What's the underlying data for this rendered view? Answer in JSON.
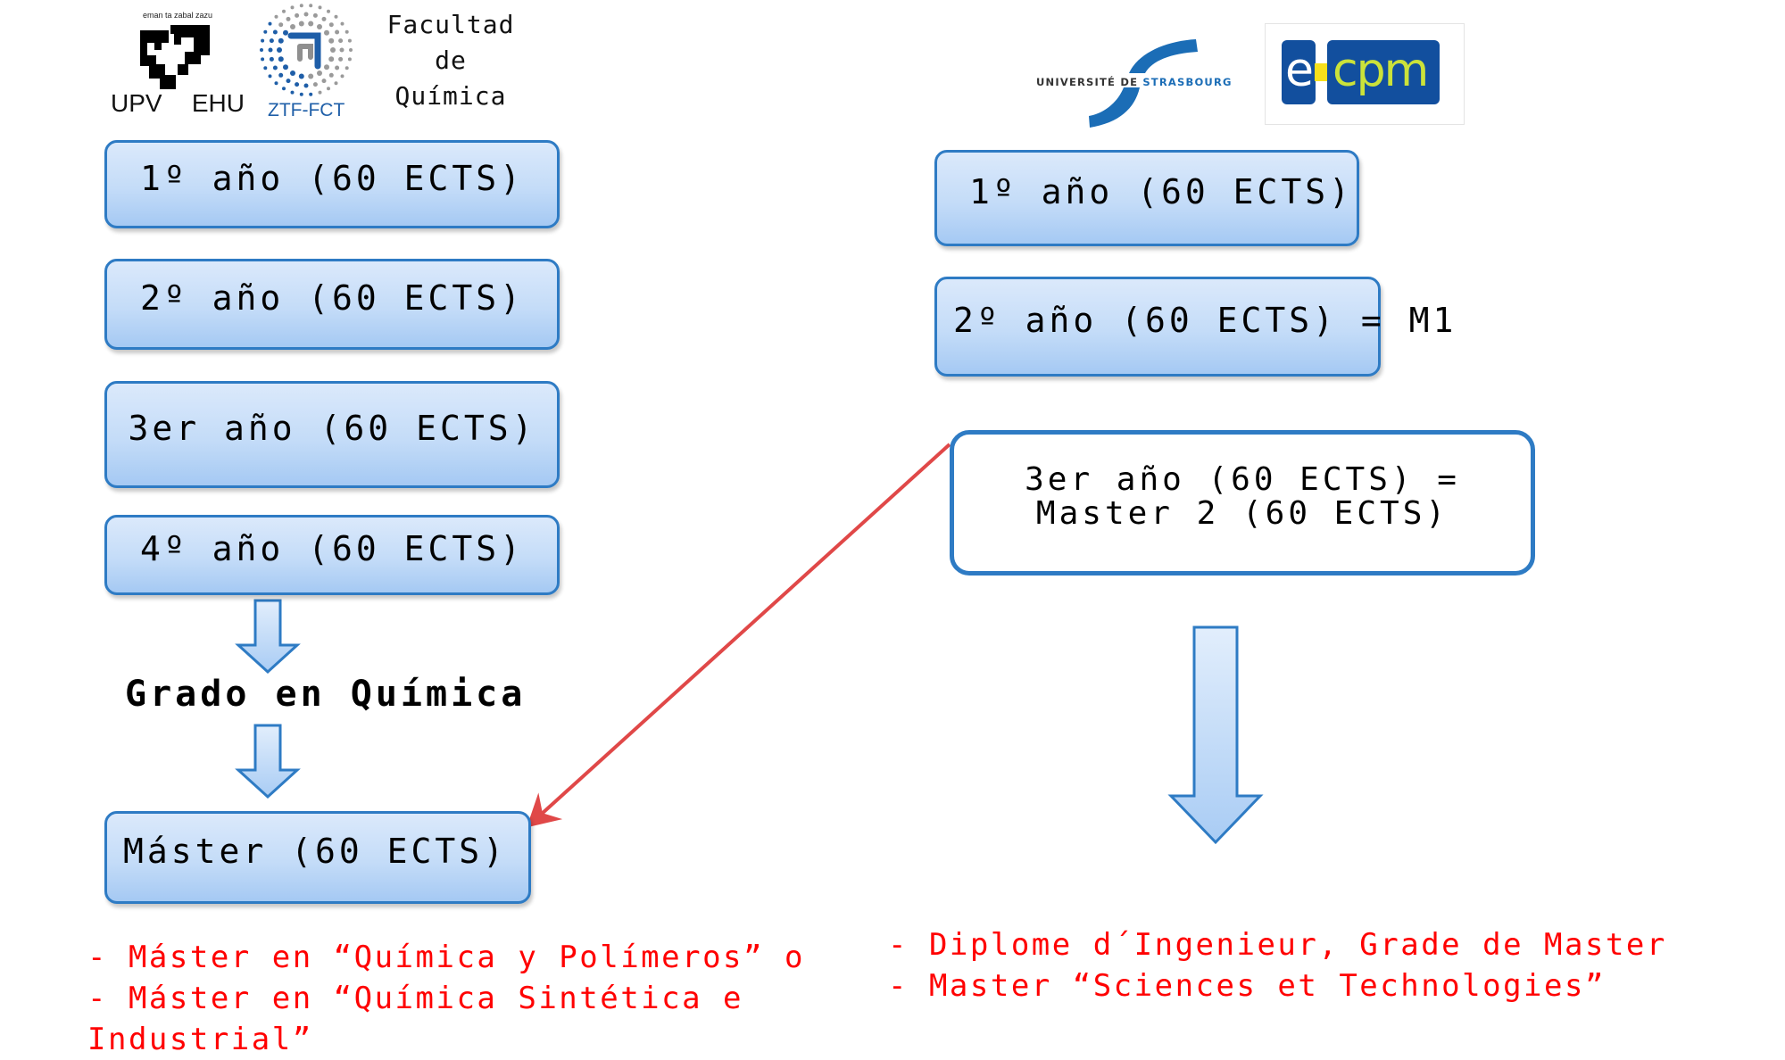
{
  "header": {
    "upv_logo": {
      "motto": "eman ta zabal zazu",
      "left_text": "UPV",
      "right_text": "EHU"
    },
    "ztf_logo": {
      "text": "ZTF-FCT"
    },
    "faculty_title": [
      "Facultad",
      "de",
      "Química"
    ],
    "strasbourg_logo": {
      "text_plain": "UNIVERSITÉ DE ",
      "text_blue": "STRASBOURG"
    },
    "ecpm_logo": {
      "e": "e",
      "cpm": "cpm"
    }
  },
  "colors": {
    "box_border": "#2e7bc4",
    "box_fill_top": "#dbe9fb",
    "box_fill_bottom": "#a5c9f3",
    "highlight_text": "#ff0000",
    "link_arrow": "#e04848"
  },
  "left_column": {
    "years": [
      "1º año (60 ECTS)",
      "2º año (60 ECTS)",
      "3er año (60 ECTS)",
      "4º año (60 ECTS)"
    ],
    "degree": "Grado en Química",
    "master": "Máster (60 ECTS)",
    "outcomes": [
      "- Máster en “Química y Polímeros” o",
      "- Máster en “Química Sintética e",
      "Industrial”"
    ]
  },
  "right_column": {
    "years": [
      "1º año (60 ECTS)",
      "2º año (60 ECTS) = M1"
    ],
    "third_year_lines": [
      "3er año (60 ECTS) =",
      "Master 2 (60 ECTS)"
    ],
    "outcomes": [
      "- Diplome d´Ingenieur, Grade de  Master",
      "- Master “Sciences et Technologies”"
    ]
  },
  "connections": [
    {
      "from": "right-third-year",
      "to": "left-master",
      "style": "red-arrow"
    }
  ]
}
